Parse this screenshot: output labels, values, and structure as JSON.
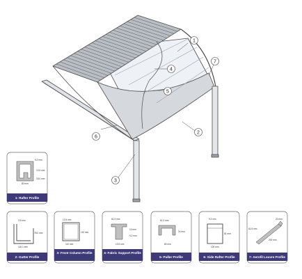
{
  "colors": {
    "line": "#4a4a4a",
    "panel": "#cfd3d8",
    "panel_dark": "#7c828a",
    "glass": "#eef2f6",
    "label_bg": "#3e3a78",
    "label_text": "#ffffff",
    "card_border": "#6b6b6b",
    "profile_fill": "#bfbfbf"
  },
  "callouts": [
    {
      "number": "1"
    },
    {
      "number": "2"
    },
    {
      "number": "3"
    },
    {
      "number": "4"
    },
    {
      "number": "5"
    },
    {
      "number": "6"
    },
    {
      "number": "7"
    }
  ],
  "profiles": [
    {
      "label": "1- Rafter Profile",
      "dims": [
        "9.2 mm",
        "13.5 mm",
        "18.0 mm",
        "80 mm"
      ]
    },
    {
      "label": "2- Gutter Profile",
      "dims": [
        "3.5 mm",
        "78.0 mm",
        "116.1 mm"
      ]
    },
    {
      "label": "3- Front Column Profile",
      "dims": [
        "13.5 mm",
        "110 mm",
        "110 mm"
      ]
    },
    {
      "label": "4- Fabric Support Profile",
      "dims": [
        "61.3 mm",
        "10 mm",
        "9.2 mm",
        "13.5 mm"
      ]
    },
    {
      "label": "5- Puller Profile",
      "dims": [
        "61.3 mm",
        "24 mm",
        "80 mm"
      ]
    },
    {
      "label": "6- Side Rafter Profile",
      "dims": [
        "9.2 mm",
        "81 mm",
        "100 mm"
      ]
    },
    {
      "label": "7- Aerofil Louvre Profile",
      "dims": [
        "20 mm",
        "61.8 mm",
        "200 mm"
      ]
    }
  ]
}
